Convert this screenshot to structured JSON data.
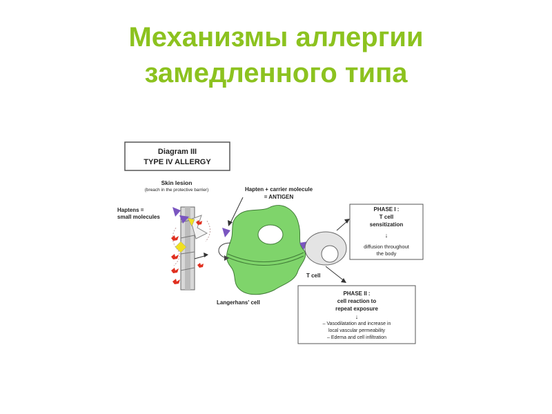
{
  "slide": {
    "title_line1": "Механизмы аллергии",
    "title_line2": "замедленного типа",
    "title_color": "#8cc21f"
  },
  "diagram": {
    "header_line1": "Diagram III",
    "header_line2": "TYPE IV ALLERGY",
    "skin_lesion": "Skin lesion",
    "skin_lesion_note": "(breach in the protective barrier)",
    "haptens_line1": "Haptens =",
    "haptens_line2": "small molecules",
    "antigen_line1": "Hapten + carrier molecule",
    "antigen_line2": "= ANTIGEN",
    "langerhans_label": "Langerhans' cell",
    "tcell_label": "T cell",
    "phase1": {
      "line1": "PHASE I :",
      "line2": "T cell",
      "line3": "sensitization",
      "arrow": "↓",
      "line4": "diffusion throughout",
      "line5": "the body"
    },
    "phase2": {
      "line1": "PHASE II :",
      "line2": "cell reaction to",
      "line3": "repeat exposure",
      "arrow": "↓",
      "line4": "– Vasodilatation and increase in",
      "line5": "local vascular permeability",
      "line6": "– Edema and cell infiltration"
    },
    "colors": {
      "langerhans": "#7fd46b",
      "hapten_purple": "#7a55c0",
      "hapten_red": "#e03020",
      "hapten_yellow": "#f0e020"
    }
  }
}
